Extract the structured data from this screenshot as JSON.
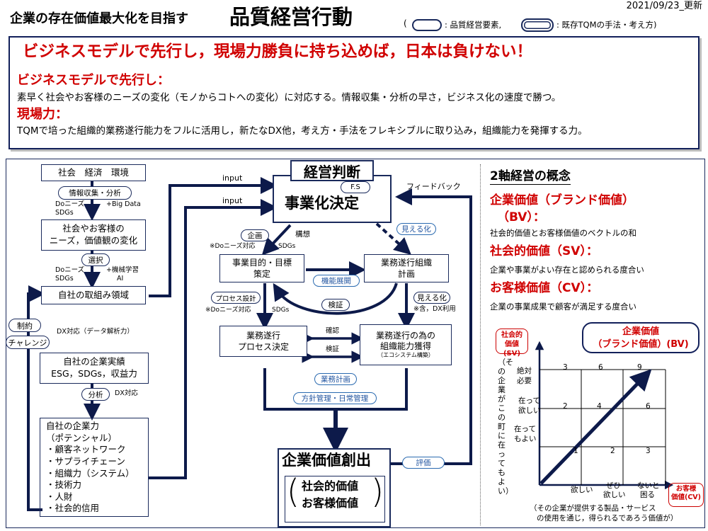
{
  "date": "2021/09/23_更新",
  "header": {
    "title_prefix": "企業の存在価値最大化を目指す",
    "title_main": "品質経営行動",
    "legend_paren_open": "(",
    "legend_1": ": 品質経営要素,",
    "legend_2": ": 既存TQMの手法・考え方)"
  },
  "banner": {
    "headline": "ビジネスモデルで先行し，現場力勝負に持ち込めば，日本は負けない！",
    "sec1_title": "ビジネスモデルで先行し：",
    "sec1_text": "素早く社会やお客様のニーズの変化（モノからコトへの変化）に対応する。情報収集・分析の早さ，ビジネス化の速度で勝つ。",
    "sec2_title": "現場力：",
    "sec2_text": "TQMで培った組織的業務遂行能力をフルに活用し，新たなDX他，考え方・手法をフレキシブルに取り込み，組織能力を発揮する力。"
  },
  "left": {
    "box1": "社会　経済　環境",
    "pill_info": "情報収集・分析",
    "note1a": "Doニーズ",
    "note1b": "SDGs",
    "note1c": "+Big Data",
    "box2_l1": "社会やお客様の",
    "box2_l2": "ニーズ，価値観の変化",
    "pill_select": "選択",
    "note2a": "Doニーズ",
    "note2b": "SDGs",
    "note2c": "+機械学習",
    "note2d": "AI",
    "box3": "自社の取組み領域",
    "pill_constraint": "制約",
    "pill_challenge": "チャレンジ",
    "note_dx": "DX対応（データ解析力）",
    "box4_l1": "自社の企業実績",
    "box4_l2": "ESG，SDGs，収益力",
    "pill_analysis": "分析",
    "note_dx2": "DX対応",
    "box5": [
      "自社の企業力",
      "（ポテンシャル）",
      "・顧客ネットワーク",
      "・サプライチェーン",
      "・組織力（システム）",
      "・技術力",
      "・人財",
      "・社会的信用"
    ]
  },
  "center": {
    "input1": "input",
    "input2": "input",
    "feedback": "フィードバック",
    "judgement": "経営判断",
    "fs": "F.S",
    "commercialize": "事業化決定",
    "pill_plan": "企画",
    "pill_idea": "構想",
    "note_do1": "※Doニーズ対応",
    "note_sdgs1": "SDGs",
    "pill_visualize": "見える化",
    "box_goal_l1": "事業目的・目標",
    "box_goal_l2": "策定",
    "box_org_l1": "業務遂行組織",
    "box_org_l2": "計画",
    "pill_qfd": "機能展開",
    "pill_process_design": "プロセス設計",
    "note_do2": "※Doニーズ対応",
    "note_sdgs2": "SDGs",
    "pill_verify": "検証",
    "pill_visualize2": "見える化",
    "note_dx": "※含，DX利用",
    "box_proc_l1": "業務遂行",
    "box_proc_l2": "プロセス決定",
    "label_confirm": "確認",
    "label_verify": "検証",
    "box_cap_l1": "業務遂行の為の",
    "box_cap_l2": "組織能力獲得",
    "box_cap_l3": "（エコシステム構築）",
    "pill_business_plan": "業務計画",
    "pill_policy": "方針管理・日常管理",
    "value_creation": "企業価値創出",
    "social_value": "社会的価値",
    "customer_value": "お客様価値",
    "pill_eval": "評価"
  },
  "right": {
    "title": "2軸経営の概念",
    "bv_title_l1": "企業価値（ブランド価値）",
    "bv_title_l2": "（BV）：",
    "bv_text": "社会的価値とお客様価値のベクトルの和",
    "sv_title": "社会的価値（SV）：",
    "sv_text": "企業や事業がよい存在と認められる度合い",
    "cv_title": "お客様価値（CV）：",
    "cv_text": "企業の事業成果で顧客が満足する度合い",
    "sv_label_l1": "社会的",
    "sv_label_l2": "価値(SV)",
    "bv_badge_l1": "企業価値",
    "bv_badge_l2": "（ブランド価値）(BV)",
    "cv_label_l1": "お客様",
    "cv_label_l2": "価値(CV)",
    "vertical_note": "（その企業がこの町に在ってもよい）",
    "y1": "絶対",
    "y1b": "必要",
    "y2": "在って",
    "y2b": "欲しい",
    "y3": "在って",
    "y3b": "もよい",
    "x1": "欲しい",
    "x2": "ぜひ",
    "x2b": "欲しい",
    "x3": "ないと",
    "x3b": "困る",
    "bottom_l1": "（その企業が提供する製品・サービス",
    "bottom_l2": "の使用を通じ，得られるであろう価値が）",
    "grid": [
      "3",
      "6",
      "9",
      "2",
      "4",
      "6",
      "1",
      "2",
      "3"
    ]
  }
}
